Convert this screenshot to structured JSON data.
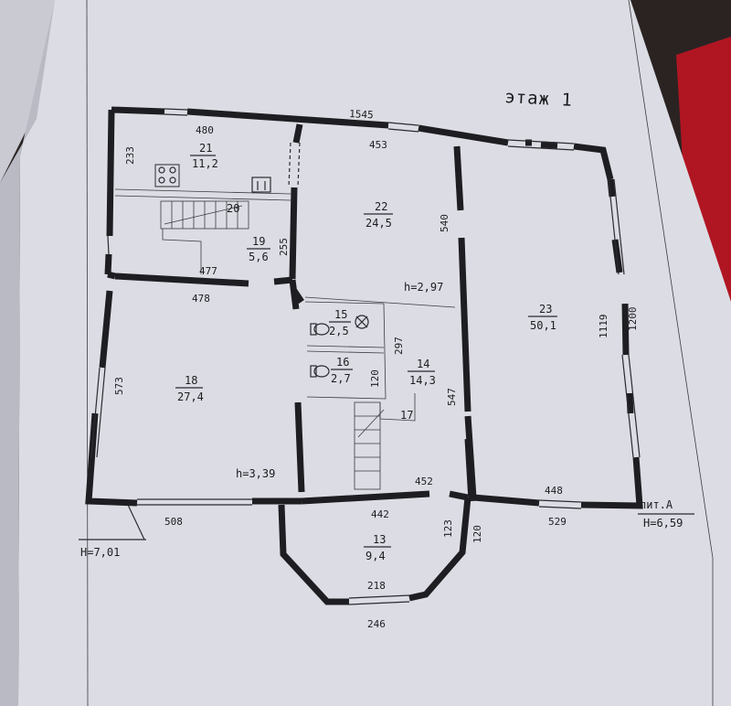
{
  "floor": {
    "title": "этаж 1",
    "lit": "лит.А"
  },
  "heights": {
    "total": "H=7,01",
    "lit": "H=6,59",
    "room18": "h=3,39",
    "room14": "h=2,97"
  },
  "rooms": [
    {
      "id": "21",
      "number": "21",
      "area": "11,2"
    },
    {
      "id": "22",
      "number": "22",
      "area": "24,5"
    },
    {
      "id": "23",
      "number": "23",
      "area": "50,1"
    },
    {
      "id": "19",
      "number": "19",
      "area": "5,6"
    },
    {
      "id": "18",
      "number": "18",
      "area": "27,4"
    },
    {
      "id": "15",
      "number": "15",
      "area": "2,5"
    },
    {
      "id": "16",
      "number": "16",
      "area": "2,7"
    },
    {
      "id": "14",
      "number": "14",
      "area": "14,3"
    },
    {
      "id": "13",
      "number": "13",
      "area": "9,4"
    },
    {
      "id": "17",
      "number": "17",
      "area": ""
    },
    {
      "id": "20",
      "number": "20",
      "area": ""
    }
  ],
  "dimensions": [
    "1545",
    "480",
    "453",
    "233",
    "540",
    "255",
    "477",
    "478",
    "573",
    "297",
    "120",
    "547",
    "1119",
    "1200",
    "452",
    "442",
    "123",
    "120",
    "508",
    "448",
    "529",
    "218",
    "246"
  ],
  "colors": {
    "paper": "#dcdde4",
    "ink": "#1e1e22",
    "background_dark": "#2a2322",
    "red_fabric": "#b01622"
  }
}
